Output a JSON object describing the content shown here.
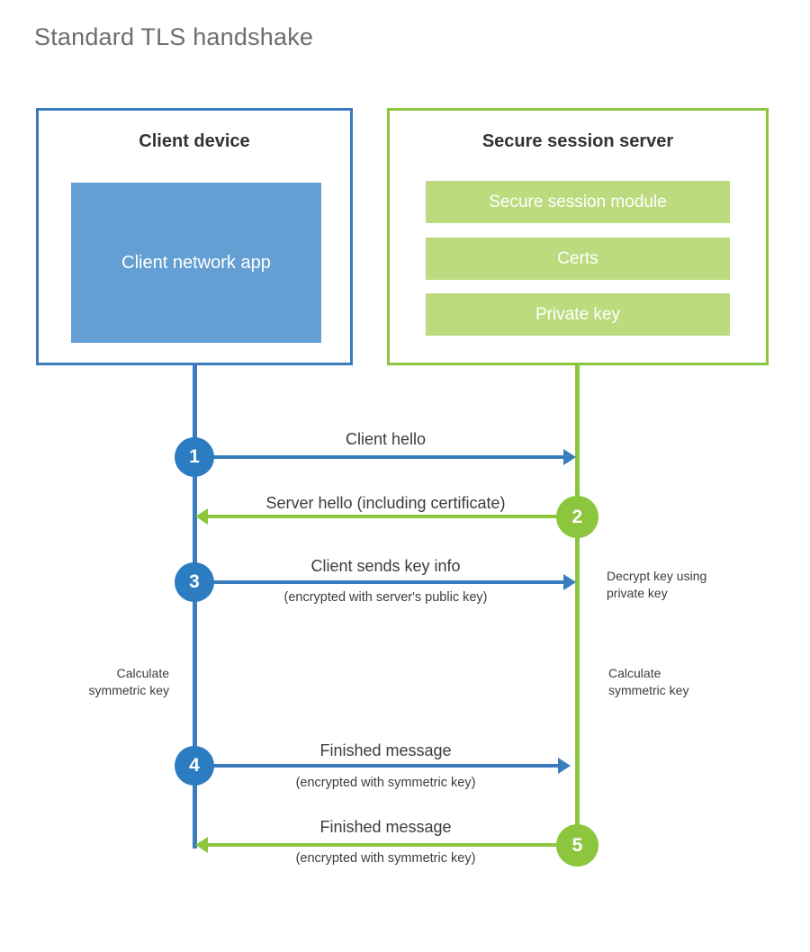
{
  "title": "Standard TLS handshake",
  "colors": {
    "blue_stroke": "#3a7cbe",
    "blue_badge": "#2b7cc0",
    "blue_fill": "#639fd3",
    "green_stroke": "#8cc63f",
    "green_fill": "#bcdb7f",
    "text": "#3c3c3c",
    "title_text": "#6d6d6d",
    "heading_text": "#333333",
    "background": "#ffffff"
  },
  "client_panel": {
    "heading": "Client device",
    "app_label": "Client network app"
  },
  "server_panel": {
    "heading": "Secure session server",
    "bars": [
      {
        "label": "Secure session module"
      },
      {
        "label": "Certs"
      },
      {
        "label": "Private key"
      }
    ]
  },
  "steps": [
    {
      "number": "1",
      "direction": "client-to-server",
      "color": "blue",
      "main_label": "Client hello",
      "sub_label": ""
    },
    {
      "number": "2",
      "direction": "server-to-client",
      "color": "green",
      "main_label": "Server hello (including certificate)",
      "sub_label": ""
    },
    {
      "number": "3",
      "direction": "client-to-server",
      "color": "blue",
      "main_label": "Client sends key info",
      "sub_label": "(encrypted with server's public key)"
    },
    {
      "number": "4",
      "direction": "client-to-server",
      "color": "blue",
      "main_label": "Finished message",
      "sub_label": "(encrypted with symmetric key)"
    },
    {
      "number": "5",
      "direction": "server-to-client",
      "color": "green",
      "main_label": "Finished message",
      "sub_label": "(encrypted with symmetric key)"
    }
  ],
  "notes": {
    "server_decrypt_line1": "Decrypt key using",
    "server_decrypt_line2": "private key",
    "client_calc_line1": "Calculate",
    "client_calc_line2": "symmetric key",
    "server_calc_line1": "Calculate",
    "server_calc_line2": "symmetric key"
  }
}
